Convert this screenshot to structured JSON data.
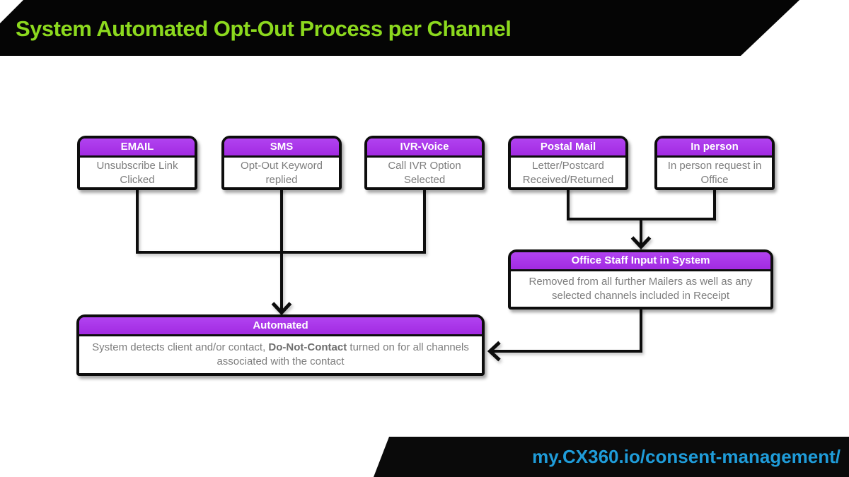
{
  "header": {
    "title": "System Automated Opt-Out Process per Channel"
  },
  "channels": [
    {
      "header": "EMAIL",
      "body": "Unsubscribe Link Clicked"
    },
    {
      "header": "SMS",
      "body": "Opt-Out Keyword replied"
    },
    {
      "header": "IVR-Voice",
      "body": "Call IVR Option Selected"
    },
    {
      "header": "Postal Mail",
      "body": "Letter/Postcard Received/Returned"
    },
    {
      "header": "In person",
      "body": "In person request in Office"
    }
  ],
  "office_box": {
    "header": "Office Staff Input in System",
    "body": "Removed from all further Mailers as well as any selected channels included in Receipt"
  },
  "automated_box": {
    "header": "Automated",
    "body_prefix": "System detects client and/or contact, ",
    "body_bold": "Do-Not-Contact",
    "body_suffix": " turned on for all channels associated with the contact"
  },
  "footer": {
    "url": "my.CX360.io/consent-management/"
  },
  "colors": {
    "accent_purple": "#A62EE8",
    "title_green": "#8CD91E",
    "link_blue": "#1F9CD9",
    "line_black": "#0D0D0D",
    "body_gray": "#7D7D7D",
    "banner_black": "#050505"
  }
}
